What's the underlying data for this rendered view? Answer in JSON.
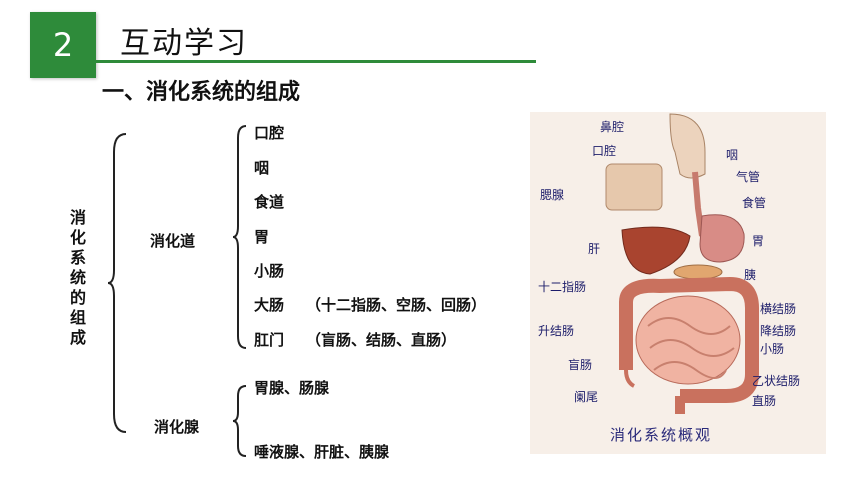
{
  "header": {
    "badge_number": "2",
    "title": "互动学习",
    "accent_color": "#2e8b3a"
  },
  "section_title": "一、消化系统的组成",
  "tree": {
    "root": "消化系统的组成",
    "tract": {
      "label": "消化道",
      "organs": [
        "口腔",
        "咽",
        "食道",
        "胃",
        "小肠",
        "大肠",
        "肛门"
      ],
      "large_intestine_note": "（十二指肠、空肠、回肠）",
      "anus_note": "（盲肠、结肠、直肠）"
    },
    "glands": {
      "label": "消化腺",
      "items": [
        "胃腺、肠腺",
        "唾液腺、肝脏、胰腺"
      ]
    }
  },
  "figure": {
    "caption": "消化系统概观",
    "parts": {
      "nasal_cavity": "鼻腔",
      "oral_cavity": "口腔",
      "pharynx": "咽",
      "trachea": "气管",
      "salivary_gland": "腮腺",
      "esophagus": "食管",
      "stomach": "胃",
      "liver": "肝",
      "pancreas": "胰",
      "duodenum": "十二指肠",
      "transverse_colon": "横结肠",
      "ascending_colon": "升结肠",
      "descending_colon": "降结肠",
      "small_intestine": "小肠",
      "cecum": "盲肠",
      "sigmoid_colon": "乙状结肠",
      "appendix": "阑尾",
      "rectum": "直肠"
    }
  }
}
